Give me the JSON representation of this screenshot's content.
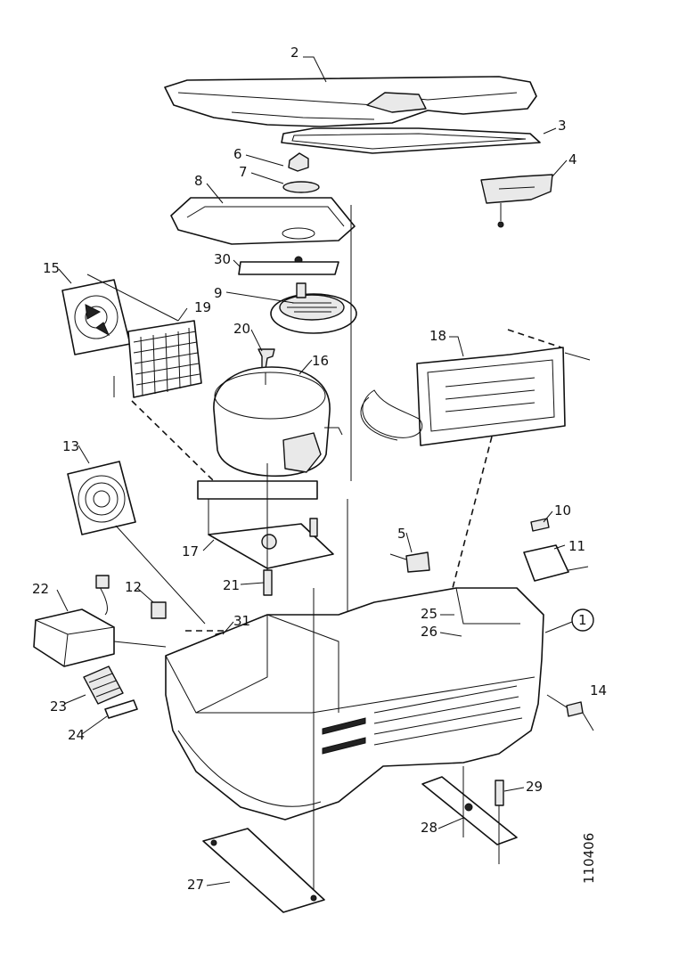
{
  "diagram": {
    "drawing_number": "110406",
    "callouts": [
      {
        "id": "2",
        "text": "2"
      },
      {
        "id": "3",
        "text": "3"
      },
      {
        "id": "4",
        "text": "4"
      },
      {
        "id": "6",
        "text": "6"
      },
      {
        "id": "7",
        "text": "7"
      },
      {
        "id": "8",
        "text": "8"
      },
      {
        "id": "30",
        "text": "30"
      },
      {
        "id": "9",
        "text": "9"
      },
      {
        "id": "15",
        "text": "15"
      },
      {
        "id": "19",
        "text": "19"
      },
      {
        "id": "20",
        "text": "20"
      },
      {
        "id": "16",
        "text": "16"
      },
      {
        "id": "18",
        "text": "18"
      },
      {
        "id": "13",
        "text": "13"
      },
      {
        "id": "10",
        "text": "10"
      },
      {
        "id": "11",
        "text": "11"
      },
      {
        "id": "5",
        "text": "5"
      },
      {
        "id": "17",
        "text": "17"
      },
      {
        "id": "21",
        "text": "21"
      },
      {
        "id": "22",
        "text": "22"
      },
      {
        "id": "12",
        "text": "12"
      },
      {
        "id": "31",
        "text": "31"
      },
      {
        "id": "25",
        "text": "25"
      },
      {
        "id": "26",
        "text": "26"
      },
      {
        "id": "1",
        "text": "1"
      },
      {
        "id": "14",
        "text": "14"
      },
      {
        "id": "23",
        "text": "23"
      },
      {
        "id": "24",
        "text": "24"
      },
      {
        "id": "29",
        "text": "29"
      },
      {
        "id": "28",
        "text": "28"
      },
      {
        "id": "27",
        "text": "27"
      }
    ]
  }
}
